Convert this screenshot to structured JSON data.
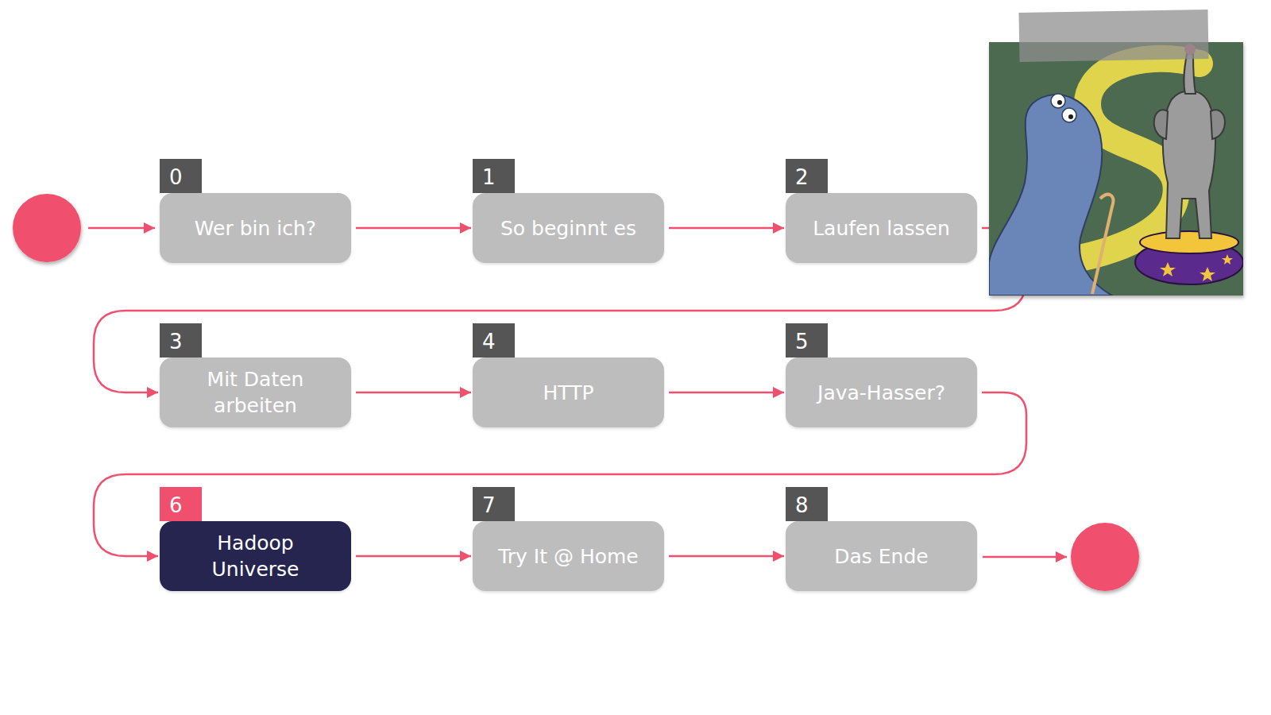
{
  "diagram": {
    "nodes": [
      {
        "text": [
          "0",
          "Wer bin ich?"
        ]
      },
      {
        "text": [
          "1",
          "So beginnt es"
        ]
      },
      {
        "text": [
          "2",
          "Laufen lassen"
        ]
      },
      {
        "text": [
          "3",
          "Mit Daten arbeiten"
        ]
      },
      {
        "text": [
          "4",
          "HTTP"
        ]
      },
      {
        "text": [
          "5",
          "Java-Hasser?"
        ]
      },
      {
        "text": [
          "6",
          "Hadoop Universe"
        ]
      },
      {
        "text": [
          "7",
          "Try It @ Home"
        ]
      },
      {
        "text": [
          "8",
          "Das Ende"
        ]
      }
    ],
    "edges": [
      {
        "from": 0,
        "to": 1,
        "arrow": "to"
      },
      {
        "from": 1,
        "to": 2,
        "arrow": "to"
      },
      {
        "from": 2,
        "to": 3,
        "arrow": "to"
      },
      {
        "from": 3,
        "to": 4,
        "arrow": "to"
      },
      {
        "from": 4,
        "to": 5,
        "arrow": "to"
      },
      {
        "from": 5,
        "to": 6,
        "arrow": "to"
      },
      {
        "from": 6,
        "to": 7,
        "arrow": "to"
      },
      {
        "from": 7,
        "to": 8,
        "arrow": "to"
      }
    ]
  }
}
